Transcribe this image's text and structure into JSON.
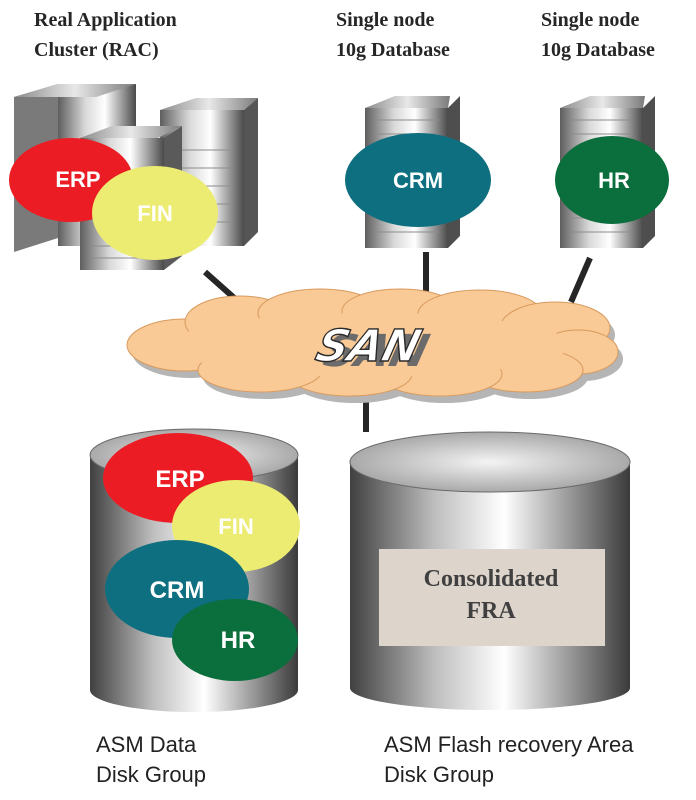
{
  "headers": {
    "rac": {
      "line1": "Real Application",
      "line2": "Cluster (RAC)"
    },
    "node_crm": {
      "line1": "Single node",
      "line2": "10g Database"
    },
    "node_hr": {
      "line1": "Single node",
      "line2": "10g Database"
    }
  },
  "databases": {
    "erp": "ERP",
    "fin": "FIN",
    "crm": "CRM",
    "hr": "HR"
  },
  "network": {
    "label": "SAN"
  },
  "data_disk_group": {
    "caption_line1": "ASM Data",
    "caption_line2": "Disk Group",
    "members": [
      "ERP",
      "FIN",
      "CRM",
      "HR"
    ]
  },
  "fra_disk_group": {
    "box_line1": "Consolidated",
    "box_line2": "FRA",
    "caption_line1": "ASM Flash recovery Area",
    "caption_line2": "Disk Group"
  },
  "colors": {
    "erp": "#ec1c24",
    "fin": "#ecec73",
    "crm": "#0d6f7f",
    "hr": "#0b6e3d",
    "san_cloud": "#f9c996",
    "fra_box": "#ddd4cb"
  }
}
